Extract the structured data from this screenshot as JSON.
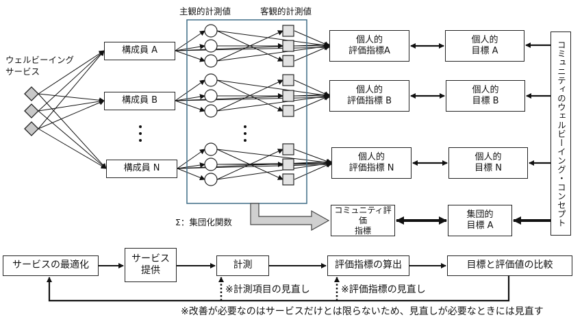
{
  "left": {
    "services_label": "ウェルビーイング\nサービス",
    "members": [
      "構成員 A",
      "構成員 B",
      "構成員 N"
    ]
  },
  "measurement": {
    "subjective_label": "主観的計測値",
    "objective_label": "客観的計測値",
    "aggregation_label": "Σ：集団化関数"
  },
  "indicators": [
    {
      "label": "個人的\n評価指標A"
    },
    {
      "label": "個人的\n評価指標 B"
    },
    {
      "label": "個人的\n評価指標 N"
    },
    {
      "label": "コミュニティ評価\n指標"
    }
  ],
  "goals": [
    {
      "label": "個人的\n目標 A"
    },
    {
      "label": "個人的\n目標 B"
    },
    {
      "label": "個人的\n目標 N"
    },
    {
      "label": "集団的\n目標 A"
    }
  ],
  "concept": {
    "label": "コミュニティのウェルビーイング・コンセプト"
  },
  "process": {
    "steps": [
      "サービスの最適化",
      "サービス\n提供",
      "計測",
      "評価指標の算出",
      "目標と評価値の比較"
    ],
    "notes": {
      "measurement_review": "※計測項目の見直し",
      "indicator_review": "※評価指標の見直し",
      "footer": "※改善が必要なのはサービスだけとは限らないため、見直しが必要なときには見直す"
    }
  },
  "colors": {
    "line": "#111111",
    "measure_frame": "#3d6b85",
    "node_fill": "#e3e3e3",
    "diamond_fill": "#c8c8c8",
    "sum_arrow_fill": "#d0d0d0"
  }
}
